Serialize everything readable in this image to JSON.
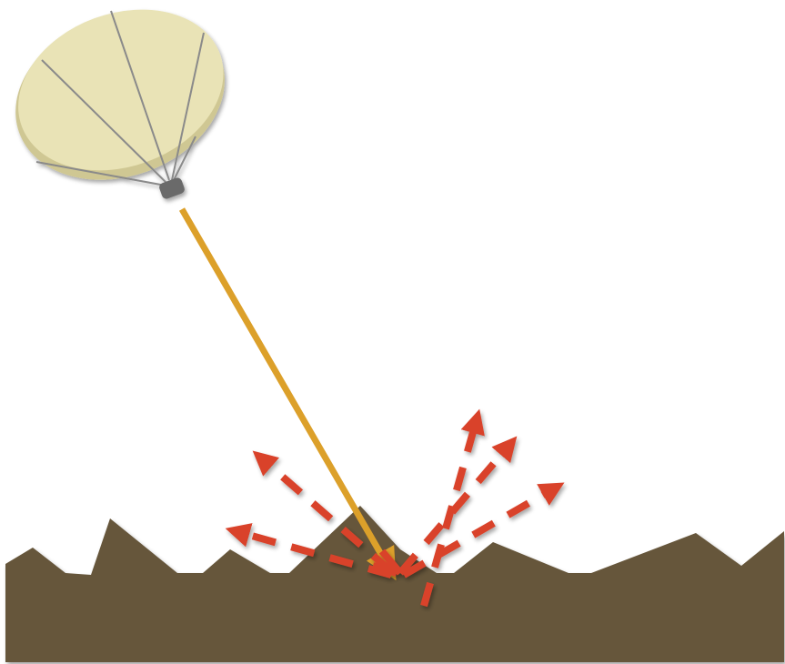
{
  "diagram": {
    "colors": {
      "background": "#ffffff",
      "canopy_fill": "#e9e3b6",
      "canopy_rim": "#cfc793",
      "canopy_shadow": "#d6cfa0",
      "suspension_lines": "#8a8a8a",
      "payload": "#6b6b6b",
      "incident_ray": "#dca02a",
      "scattered_rays": "#d9432c",
      "ground": "#66563b"
    },
    "elements": {
      "parachute": "parachute-with-payload",
      "incident_ray": "solid-arrow",
      "scattered_rays": "dashed-arrows",
      "scattered_ray_count": 7,
      "ground": "jagged-rough-surface"
    }
  }
}
